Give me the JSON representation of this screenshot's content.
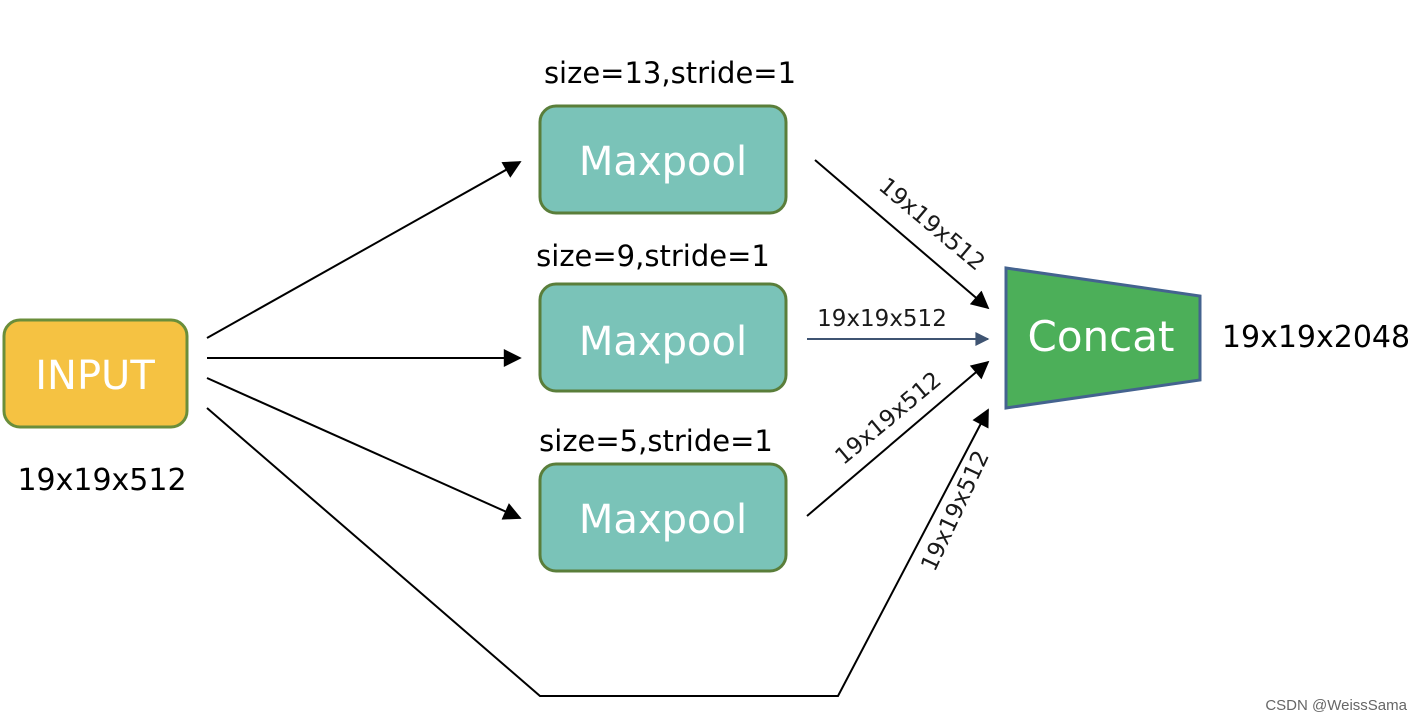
{
  "colors": {
    "input_fill": "#F5C242",
    "input_stroke": "#6A8E3A",
    "maxpool_fill": "#7AC3B8",
    "maxpool_stroke": "#5A7E3A",
    "concat_fill": "#4CAF59",
    "concat_stroke": "#44638F",
    "arrow": "#000000",
    "arrow_middle": "#3F5472"
  },
  "input": {
    "label": "INPUT",
    "shape_label": "19x19x512"
  },
  "maxpools": [
    {
      "label": "Maxpool",
      "params": "size=13,stride=1",
      "out_label": "19x19x512"
    },
    {
      "label": "Maxpool",
      "params": "size=9,stride=1",
      "out_label": "19x19x512"
    },
    {
      "label": "Maxpool",
      "params": "size=5,stride=1",
      "out_label": "19x19x512"
    }
  ],
  "skip_label": "19x19x512",
  "concat": {
    "label": "Concat",
    "shape_label": "19x19x2048"
  },
  "watermark": "CSDN @WeissSama"
}
